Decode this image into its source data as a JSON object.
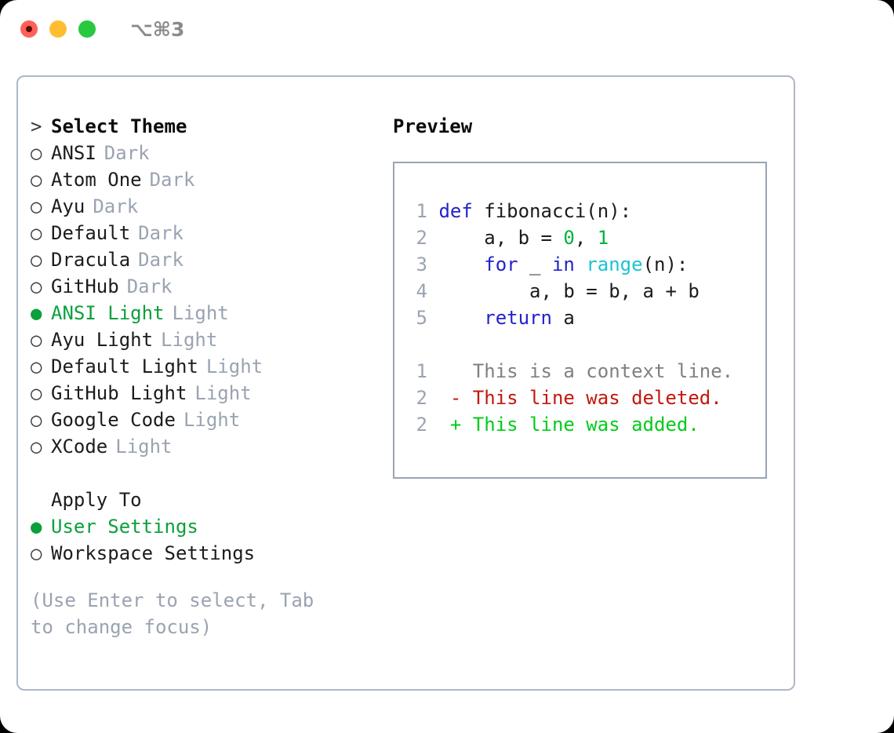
{
  "titlebar": {
    "shortcut": "⌥⌘3",
    "buttons": [
      {
        "name": "close",
        "color": "#ff6159"
      },
      {
        "name": "minimize",
        "color": "#ffbe2f"
      },
      {
        "name": "zoom",
        "color": "#28c83f"
      }
    ]
  },
  "colors": {
    "accent_green": "#0ca03c",
    "muted_gray": "#9aa3b1",
    "panel_border": "#aeb7c6",
    "preview_border": "#99a4b3",
    "keyword_blue": "#2222cc",
    "function_cyan": "#1ac4d4",
    "number_green": "#00b33c",
    "diff_delete_red": "#c2170f",
    "diff_add_green": "#00cc1a"
  },
  "markers": {
    "selected": "●",
    "unselected": "○",
    "cursor": ">"
  },
  "theme_list": {
    "header": "Select Theme",
    "items": [
      {
        "name": "ANSI",
        "tag": "Dark",
        "selected": false
      },
      {
        "name": "Atom One",
        "tag": "Dark",
        "selected": false
      },
      {
        "name": "Ayu",
        "tag": "Dark",
        "selected": false
      },
      {
        "name": "Default",
        "tag": "Dark",
        "selected": false
      },
      {
        "name": "Dracula",
        "tag": "Dark",
        "selected": false
      },
      {
        "name": "GitHub",
        "tag": "Dark",
        "selected": false
      },
      {
        "name": "ANSI Light",
        "tag": "Light",
        "selected": true
      },
      {
        "name": "Ayu Light",
        "tag": "Light",
        "selected": false
      },
      {
        "name": "Default Light",
        "tag": "Light",
        "selected": false
      },
      {
        "name": "GitHub Light",
        "tag": "Light",
        "selected": false
      },
      {
        "name": "Google Code",
        "tag": "Light",
        "selected": false
      },
      {
        "name": "XCode",
        "tag": "Light",
        "selected": false
      }
    ]
  },
  "apply_to": {
    "label": "Apply To",
    "options": [
      {
        "name": "User Settings",
        "selected": true
      },
      {
        "name": "Workspace Settings",
        "selected": false
      }
    ]
  },
  "footer_hint": "(Use Enter to select, Tab to change focus)",
  "preview": {
    "title": "Preview",
    "code_lines": [
      {
        "no": "1",
        "indent": "",
        "tokens": [
          {
            "t": "def ",
            "c": "kw"
          },
          {
            "t": "fibonacci(n):",
            "c": "body"
          }
        ]
      },
      {
        "no": "2",
        "indent": "    ",
        "tokens": [
          {
            "t": "a, b = ",
            "c": "body"
          },
          {
            "t": "0",
            "c": "num"
          },
          {
            "t": ", ",
            "c": "body"
          },
          {
            "t": "1",
            "c": "num"
          }
        ]
      },
      {
        "no": "3",
        "indent": "    ",
        "tokens": [
          {
            "t": "for ",
            "c": "kw"
          },
          {
            "t": "_ ",
            "c": "body"
          },
          {
            "t": "in ",
            "c": "kw"
          },
          {
            "t": "range",
            "c": "fn"
          },
          {
            "t": "(n):",
            "c": "body"
          }
        ]
      },
      {
        "no": "4",
        "indent": "        ",
        "tokens": [
          {
            "t": "a, b = b, a + b",
            "c": "body"
          }
        ]
      },
      {
        "no": "5",
        "indent": "    ",
        "tokens": [
          {
            "t": "return ",
            "c": "kw"
          },
          {
            "t": "a",
            "c": "body"
          }
        ]
      }
    ],
    "diff_lines": [
      {
        "no": "1",
        "text": "  This is a context line.",
        "c": "ctx"
      },
      {
        "no": "2",
        "text": "- This line was deleted.",
        "c": "del"
      },
      {
        "no": "2",
        "text": "+ This line was added.",
        "c": "add"
      }
    ]
  }
}
